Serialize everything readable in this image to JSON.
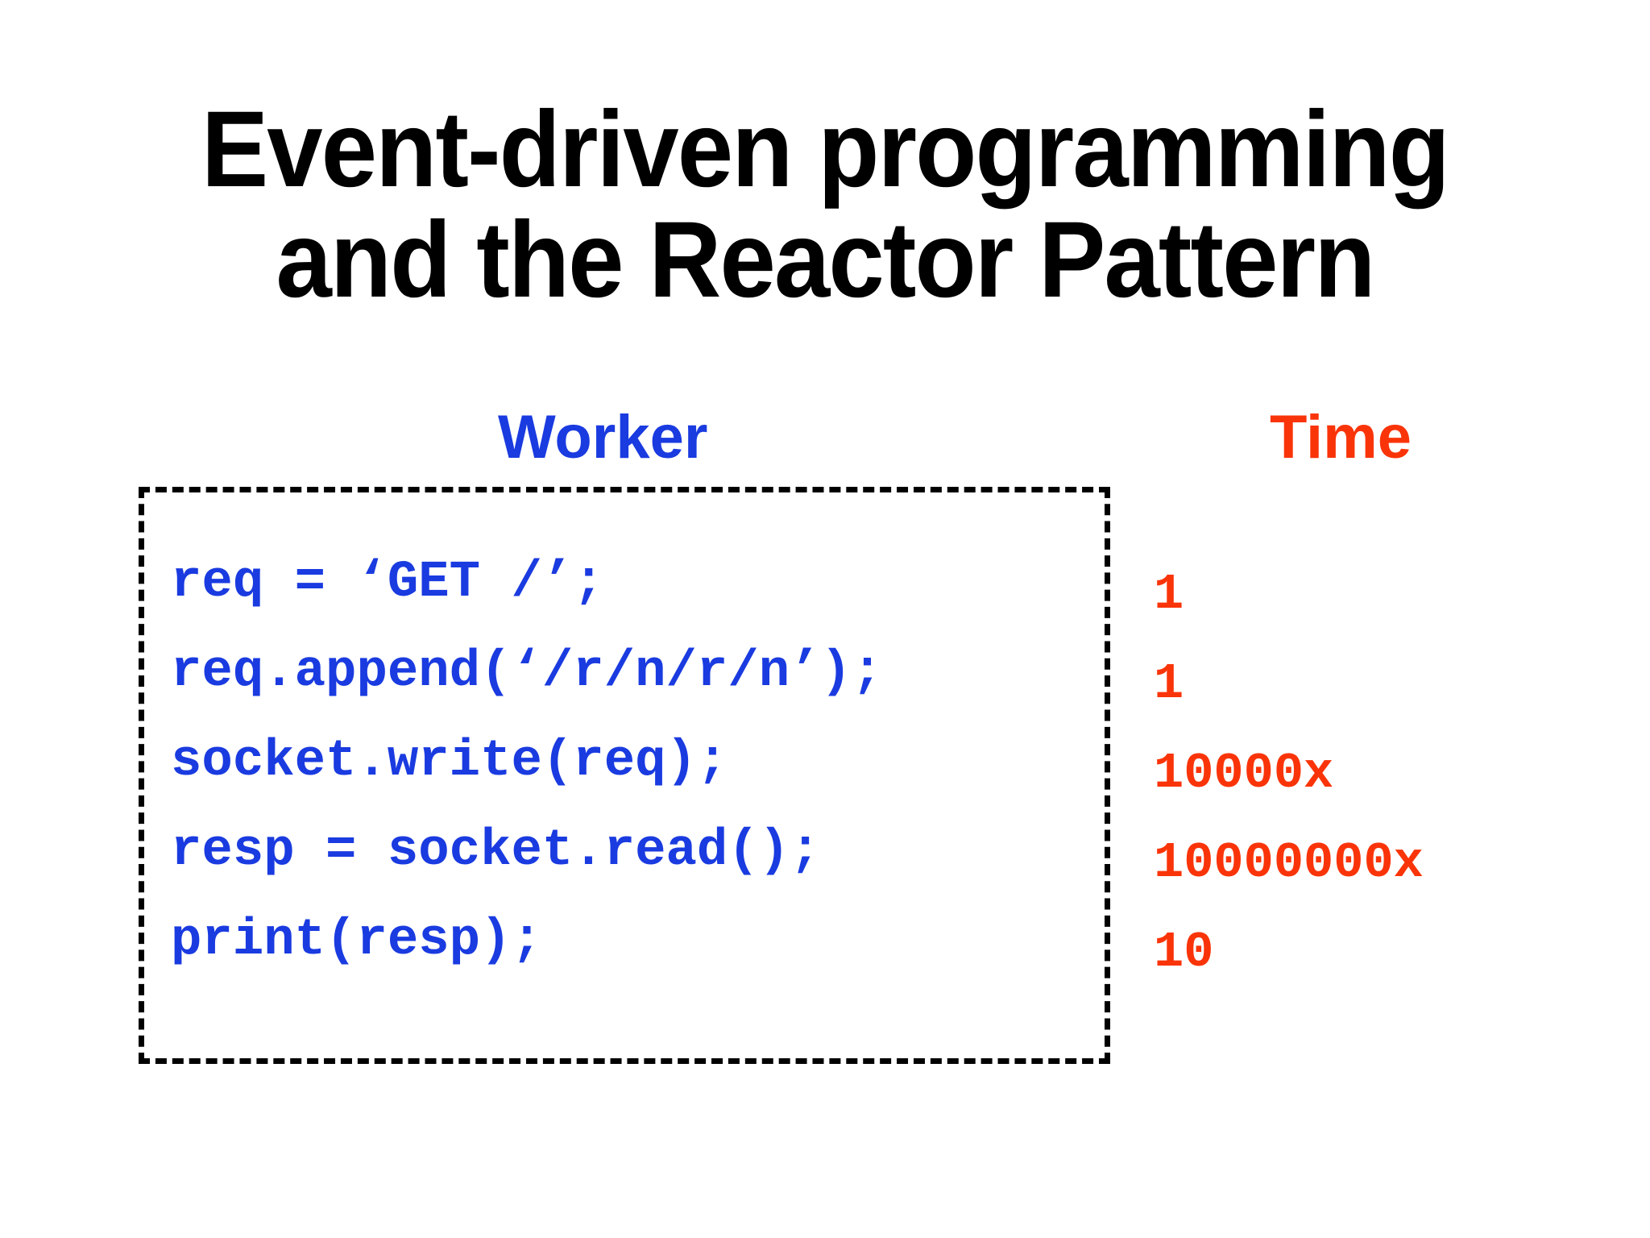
{
  "slide": {
    "background_color": "#ffffff",
    "title": {
      "lines": [
        "Event-driven programming",
        "and the Reactor Pattern"
      ],
      "color": "#000000"
    },
    "columns": {
      "worker_header": "Worker",
      "time_header": "Time",
      "worker_color": "#1a3be0",
      "time_color": "#fa3409"
    },
    "code_box": {
      "border_style": "dashed",
      "border_color": "#000000"
    },
    "rows": [
      {
        "code": "req = ‘GET /’;",
        "time": "1"
      },
      {
        "code": "req.append(‘/r/n/r/n’);",
        "time": "1"
      },
      {
        "code": "socket.write(req);",
        "time": "10000x"
      },
      {
        "code": "resp = socket.read();",
        "time": "10000000x"
      },
      {
        "code": "print(resp);",
        "time": "10"
      }
    ]
  }
}
